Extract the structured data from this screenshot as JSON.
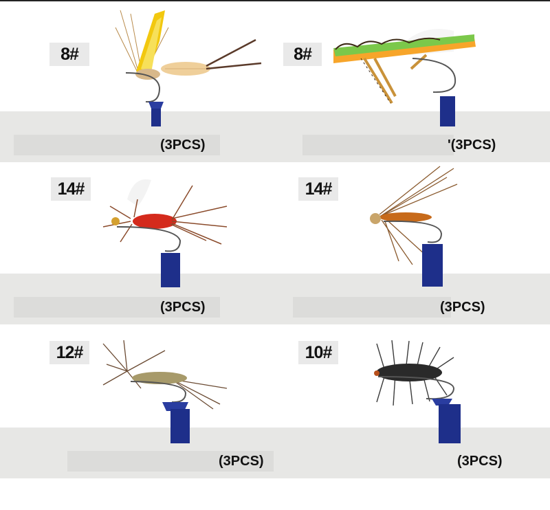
{
  "products": [
    {
      "size": "8#",
      "quantity": "(3PCS)"
    },
    {
      "size": "8#",
      "quantity": "'(3PCS)"
    },
    {
      "size": "14#",
      "quantity": "(3PCS)"
    },
    {
      "size": "14#",
      "quantity": "(3PCS)"
    },
    {
      "size": "12#",
      "quantity": "(3PCS)"
    },
    {
      "size": "10#",
      "quantity": "(3PCS)"
    }
  ],
  "colors": {
    "band": "#e7e7e5",
    "stand": "#1e2f8a",
    "label_bg": "#e9e9e9"
  }
}
